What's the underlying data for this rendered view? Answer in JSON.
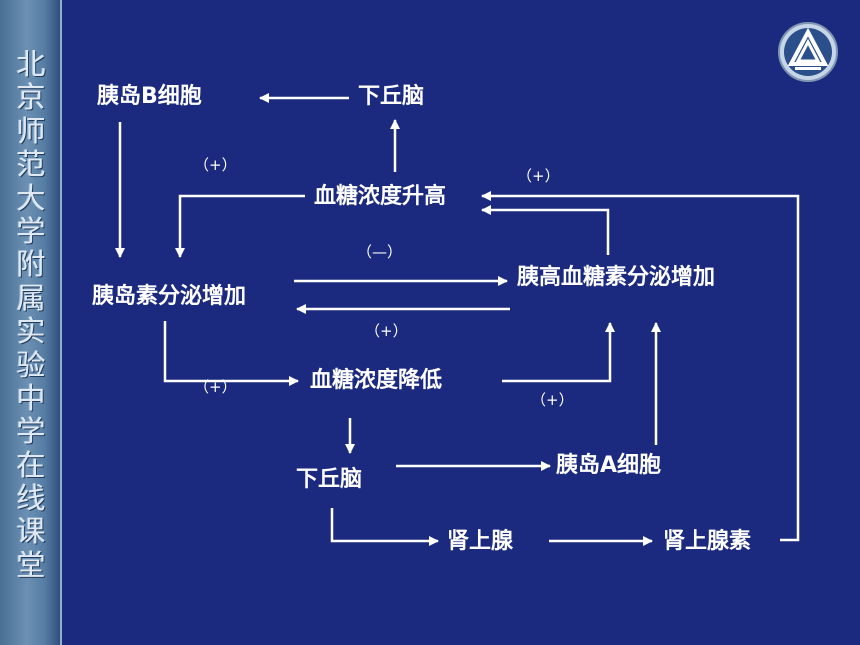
{
  "sidebar": {
    "title_chars": [
      "北",
      "京",
      "师",
      "范",
      "大",
      "学",
      "附",
      "属",
      "实",
      "验",
      "中",
      "学",
      "在",
      "线",
      "课",
      "堂"
    ]
  },
  "nodes": {
    "islet_b_cell": "胰岛B细胞",
    "hypothalamus_top": "下丘脑",
    "glucose_rise": "血糖浓度升高",
    "insulin_increase": "胰岛素分泌增加",
    "glucagon_increase": "胰高血糖素分泌增加",
    "glucose_fall": "血糖浓度降低",
    "hypothalamus_bottom": "下丘脑",
    "islet_a_cell": "胰岛A细胞",
    "adrenal_gland": "肾上腺",
    "adrenaline": "肾上腺素"
  },
  "signs": {
    "plus_rise_left": "（+）",
    "plus_rise_right": "（+）",
    "minus_insulin_to_glucagon": "（—）",
    "plus_glucagon_to_insulin": "（+）",
    "plus_insulin_to_fall": "（+）",
    "plus_fall_to_glucagon": "（+）"
  },
  "colors": {
    "background": "#1b2a7e",
    "text": "#ffffff",
    "arrow": "#ffffff"
  },
  "icons": {
    "logo": "school-logo-triangle-icon"
  }
}
